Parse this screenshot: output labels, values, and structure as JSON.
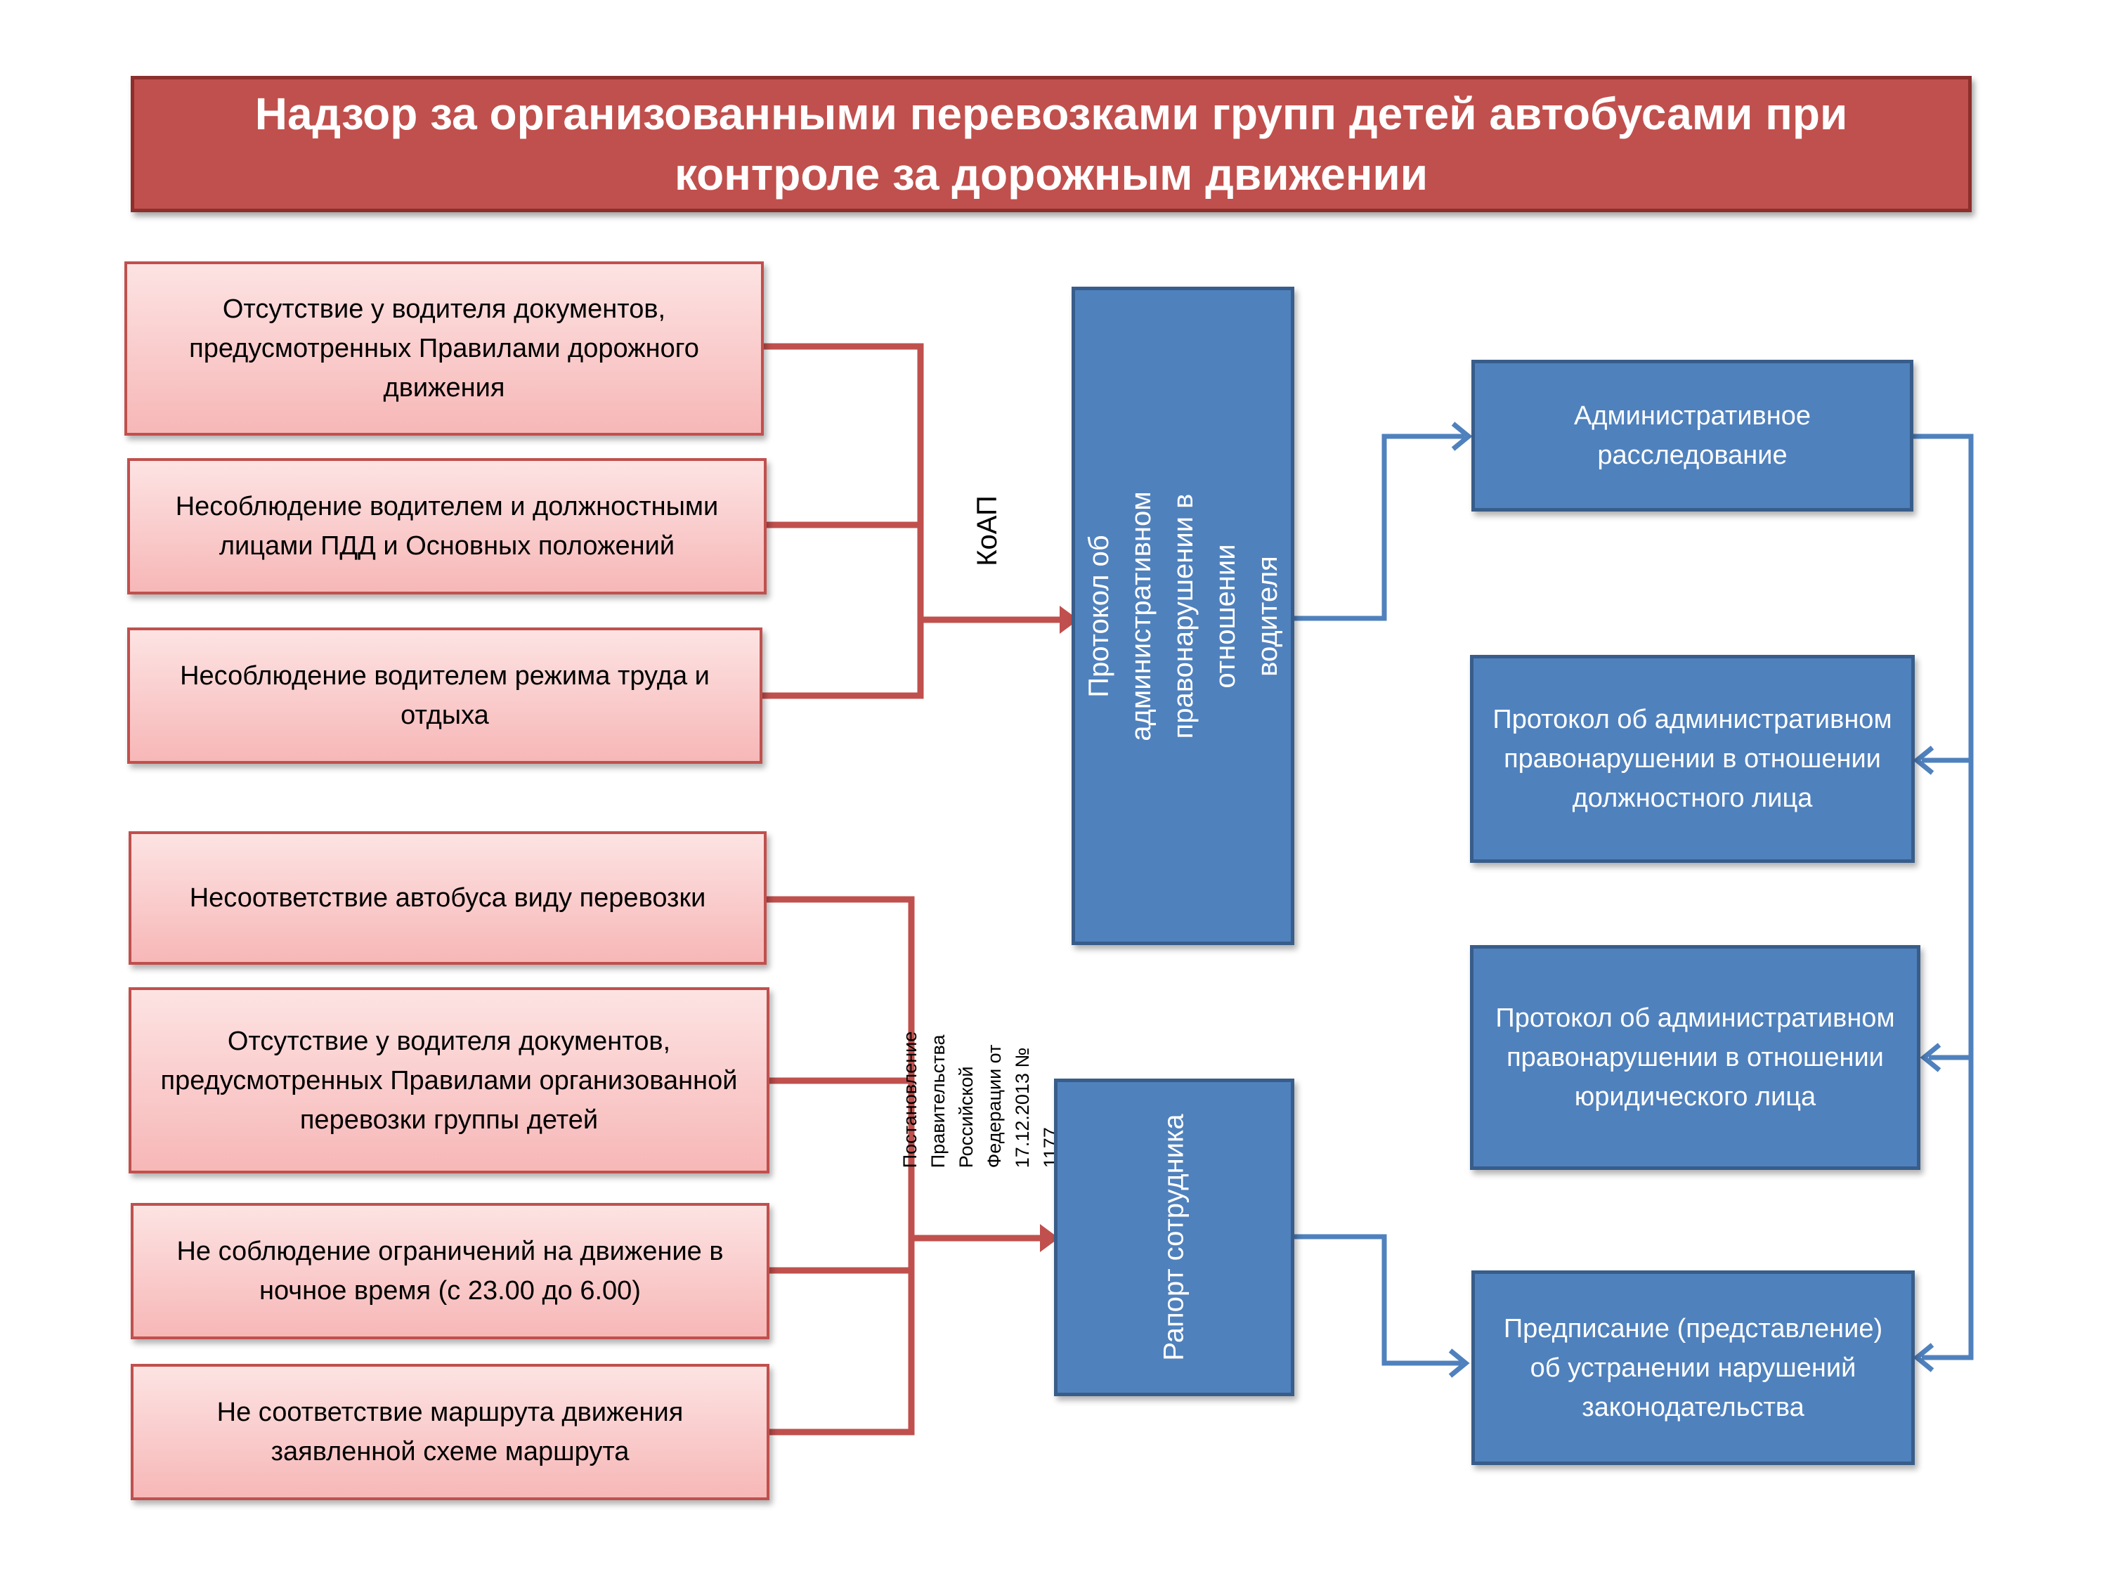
{
  "title": "Надзор за организованными перевозками групп детей автобусами при контроле за дорожным движении",
  "left_top": [
    "Отсутствие у водителя документов, предусмотренных Правилами дорожного движения",
    "Несоблюдение водителем и должностными лицами ПДД и Основных положений",
    "Несоблюдение водителем режима труда и отдыха"
  ],
  "left_bottom": [
    "Несоответствие автобуса виду перевозки",
    "Отсутствие у водителя документов, предусмотренных Правилами организованной перевозки группы детей",
    "Не  соблюдение ограничений на движение в ночное время (с 23.00 до 6.00)",
    "Не соответствие маршрута движения заявленной схеме  маршрута"
  ],
  "label_koap": "КоАП",
  "label_decree": "Постановление Правительства Российской Федерации от 17.12.2013 № 1177",
  "protocol_driver": "Протокол об административном правонарушении в отношении водителя",
  "report_officer": "Рапорт сотрудника",
  "right": [
    "Административное расследование",
    "Протокол об административном правонарушении в отношении должностного лица",
    "Протокол об административном правонарушении в отношении юридического лица",
    "Предписание (представление) об устранении нарушений законодательства"
  ],
  "colors": {
    "red": "#c0504d",
    "blue": "#4f81bd",
    "blue_line": "#4f81bd"
  }
}
